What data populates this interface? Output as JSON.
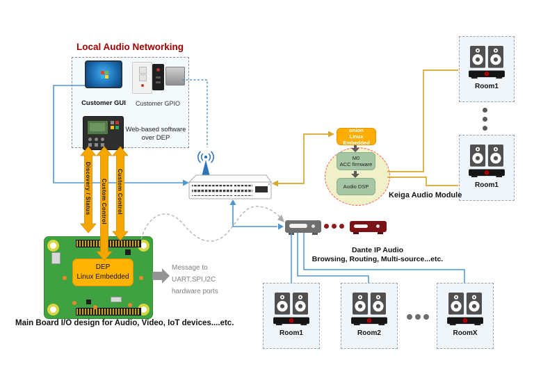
{
  "title": "Local Audio Networking",
  "local_box": {
    "gui_label": "Customer GUI",
    "gpio_label": "Customer GPIO",
    "web_line1": "Web-based software",
    "web_line2": "over DEP"
  },
  "flows": {
    "discovery_status": "Discovery / Status",
    "custom_control_1": "Custom Control",
    "custom_control_2": "Custom Control"
  },
  "main_board": {
    "dep_line1": "DEP",
    "dep_line2": "Linux Embedded",
    "message_line1": "Message to",
    "message_line2": "UART,SPI,I2C",
    "message_line3": "hardware ports",
    "caption": "Main Board I/O design for Audio, Video, IoT devices....etc."
  },
  "keiga_module": {
    "onion_line1": "onion",
    "onion_line2": "Linux Embedded",
    "m0_line1": "M0",
    "m0_line2": "ACC firmware",
    "audio_dsp": "Audio DSP",
    "label": "Keiga Audio Module"
  },
  "dante": {
    "line1": "Dante IP Audio",
    "line2": "Browsing, Routing,  Multi-source...etc."
  },
  "rooms_right": [
    {
      "label": "Room1"
    },
    {
      "label": "Room1"
    }
  ],
  "rooms_bottom": [
    {
      "label": "Room1"
    },
    {
      "label": "Room2"
    },
    {
      "label": "RoomX"
    }
  ],
  "icons": {
    "wifi_ap": "wifi-access-point-icon",
    "network_switch": "network-switch-icon",
    "speakers_amp": "speakers-amp-icon",
    "laptop": "laptop-gui-icon",
    "gpio_panels": "gpio-wallplate-icon",
    "control_panel": "control-panel-icon",
    "pcb_board": "main-board-icon",
    "dante_device_gray": "dante-device-icon",
    "dante_device_red": "dante-device-maroon-icon"
  },
  "colors": {
    "title_red": "#A00000",
    "flow_orange": "#F5A700",
    "line_blue": "#4E95D0",
    "line_yellow": "#D9A62E",
    "keiga_circle_fill": "#F1F1C9",
    "keiga_circle_border": "#FF5555",
    "module_green": "#A6C6A6",
    "module_orange": "#FFAD00",
    "maroon": "#7A1216",
    "pcb_green": "#3FA13F"
  }
}
